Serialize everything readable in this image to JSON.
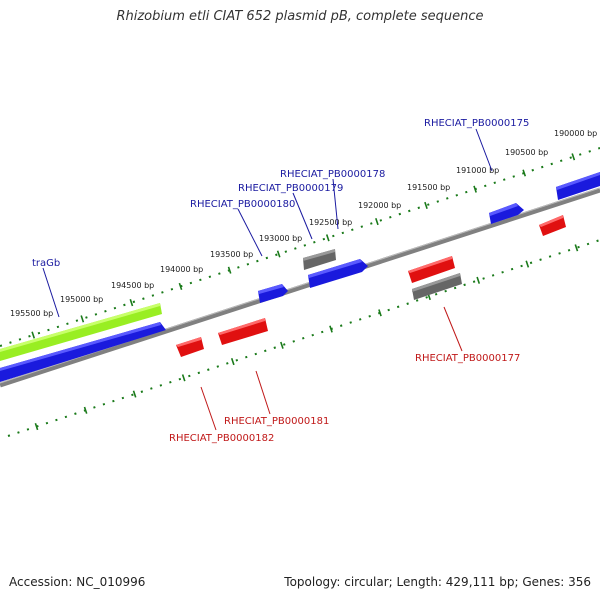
{
  "title": "Rhizobium etli CIAT 652 plasmid pB, complete sequence",
  "footer": {
    "accession": "Accession: NC_010996",
    "summary": "Topology: circular; Length: 429,111 bp; Genes: 356"
  },
  "colors": {
    "forward_gene": "#1a1add",
    "reverse_gene": "#e01010",
    "other_feature": "#666666",
    "highlight_gene": "#99ee22",
    "backbone": "#808080",
    "tick": "#1a7a1a",
    "label_blue": "#1a1aa0",
    "label_red": "#c01818"
  },
  "position_ticks": [
    "190000 bp",
    "190500 bp",
    "191000 bp",
    "191500 bp",
    "192000 bp",
    "192500 bp",
    "193000 bp",
    "193500 bp",
    "194000 bp",
    "194500 bp",
    "195000 bp",
    "195500 bp"
  ],
  "feature_labels": [
    {
      "name": "RHECIAT_PB0000175",
      "strand": "forward"
    },
    {
      "name": "RHECIAT_PB0000178",
      "strand": "forward"
    },
    {
      "name": "RHECIAT_PB0000179",
      "strand": "forward"
    },
    {
      "name": "RHECIAT_PB0000180",
      "strand": "forward"
    },
    {
      "name": "traGb",
      "strand": "forward"
    },
    {
      "name": "RHECIAT_PB0000177",
      "strand": "reverse"
    },
    {
      "name": "RHECIAT_PB0000181",
      "strand": "reverse"
    },
    {
      "name": "RHECIAT_PB0000182",
      "strand": "reverse"
    }
  ]
}
